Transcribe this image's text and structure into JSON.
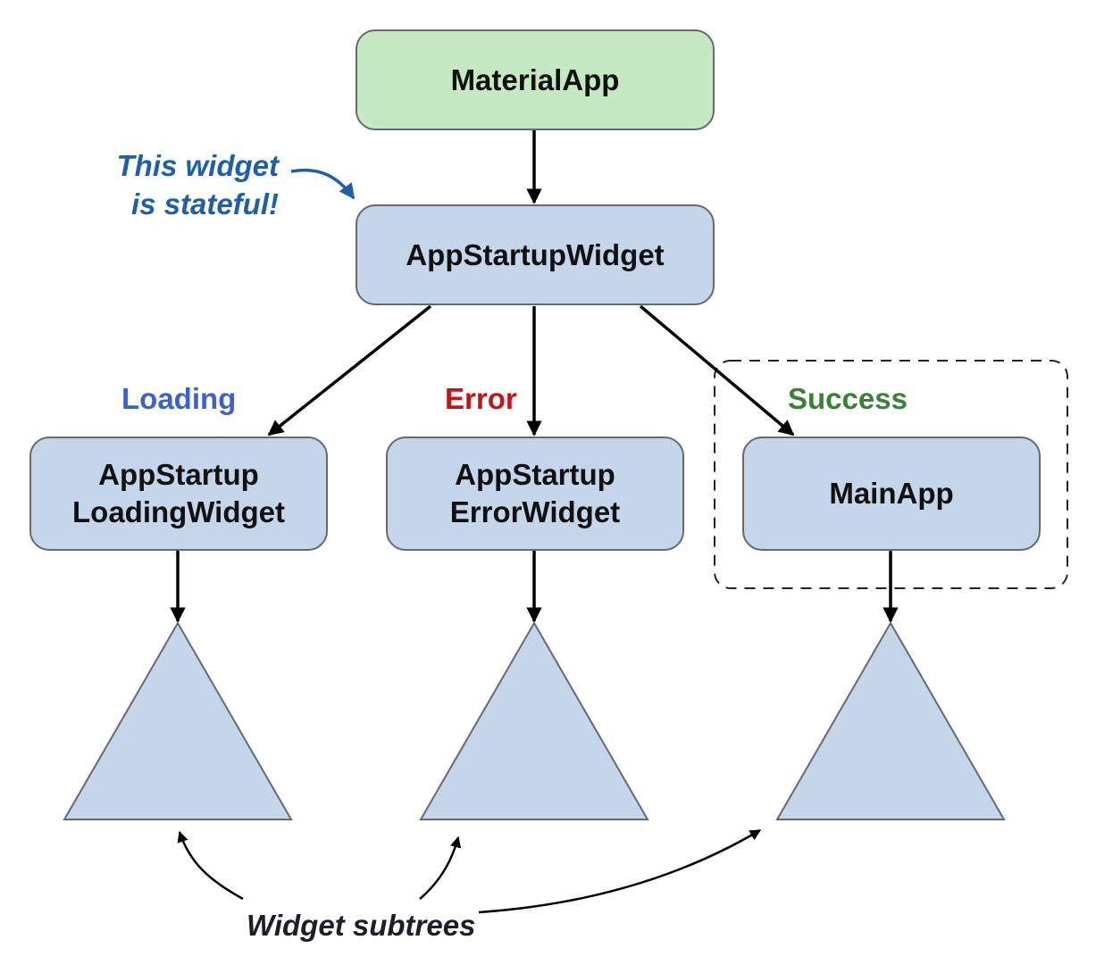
{
  "colors": {
    "root_fill": "#c5eac2",
    "node_fill": "#c6d6ea",
    "node_border": "#666a70",
    "loading": "#3e63c6",
    "error": "#c0161b",
    "success": "#3e7d3a",
    "annotation": "#1f5fa8",
    "text": "#111111"
  },
  "nodes": {
    "materialapp": {
      "lines": [
        "MaterialApp"
      ]
    },
    "appstartup": {
      "lines": [
        "AppStartupWidget"
      ]
    },
    "loading": {
      "lines": [
        "AppStartup",
        "LoadingWidget"
      ]
    },
    "error": {
      "lines": [
        "AppStartup",
        "ErrorWidget"
      ]
    },
    "mainapp": {
      "lines": [
        "MainApp"
      ]
    }
  },
  "states": {
    "loading": "Loading",
    "error": "Error",
    "success": "Success"
  },
  "annotations": {
    "stateful": [
      "This widget",
      "is stateful!"
    ],
    "subtrees": "Widget subtrees"
  },
  "icons": {
    "arrow": "arrowhead-icon",
    "subtree": "triangle-subtree-icon"
  }
}
